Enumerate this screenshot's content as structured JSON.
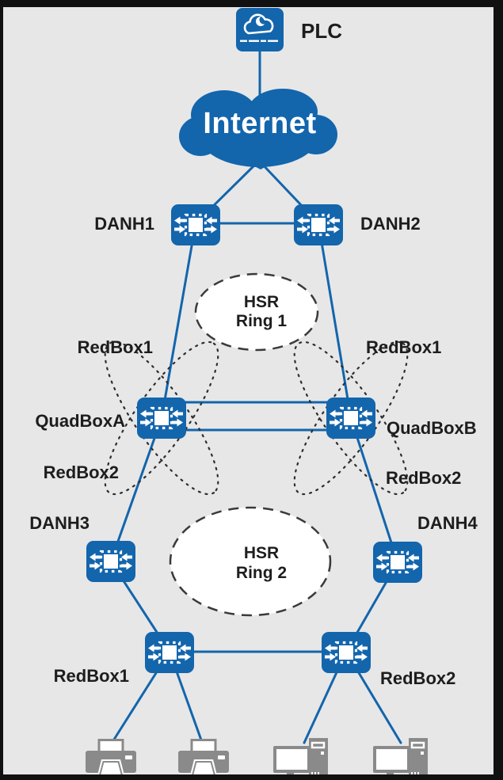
{
  "diagram_type": "network-topology",
  "colors": {
    "accent_blue": "#1365ac",
    "device_gray": "#8a8a8a",
    "canvas_background": "#e7e7e7",
    "frame_border": "#111111",
    "label_color": "#1d1d1d",
    "ring_stroke": "#3a3a3a"
  },
  "nodes": {
    "plc": "PLC",
    "internet": "Internet",
    "danh1": "DANH1",
    "danh2": "DANH2",
    "quadbox_a": "QuadBoxA",
    "quadbox_b": "QuadBoxB",
    "danh3": "DANH3",
    "danh4": "DANH4",
    "redbox1_bottom": "RedBox1",
    "redbox2_bottom": "RedBox2"
  },
  "rings": {
    "ring1": {
      "title": "HSR",
      "subtitle": "Ring 1"
    },
    "ring2": {
      "title": "HSR",
      "subtitle": "Ring 2"
    }
  },
  "redbox_annotations": {
    "quadbox_a_ring1": "RedBox1",
    "quadbox_a_ring2": "RedBox2",
    "quadbox_b_ring1": "RedBox1",
    "quadbox_b_ring2": "RedBox2"
  },
  "icons": [
    "plc-cloud-icon",
    "internet-cloud",
    "switch-icon",
    "printer-icon",
    "computer-icon"
  ]
}
